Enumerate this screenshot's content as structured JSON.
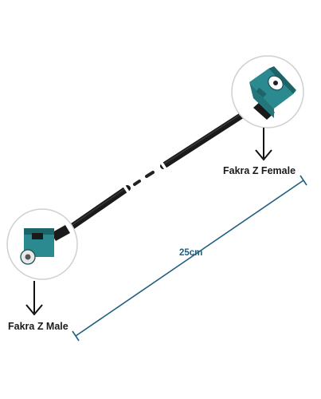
{
  "labels": {
    "female": "Fakra Z Female",
    "male": "Fakra Z Male",
    "length": "25cm"
  },
  "colors": {
    "connector": "#2a8a8f",
    "connector_dark": "#1d6468",
    "cable": "#222222",
    "dimension_line": "#1f5f7d",
    "arrow": "#111111",
    "callout_circle": "#d8d8d8"
  }
}
